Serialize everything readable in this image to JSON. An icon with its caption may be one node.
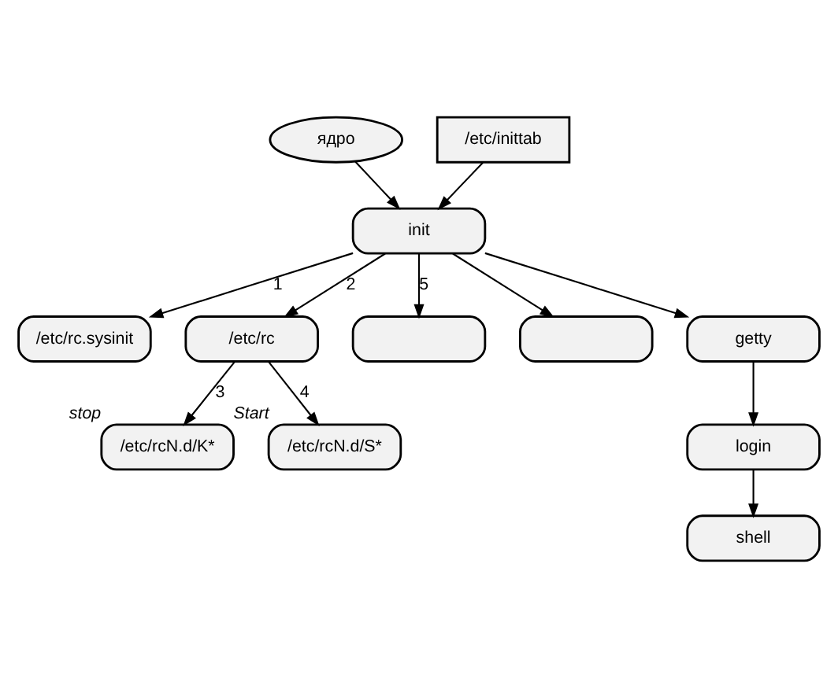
{
  "diagram": {
    "nodes": [
      {
        "text": [
          "ядро"
        ]
      },
      {
        "text": [
          "/etc/inittab"
        ]
      },
      {
        "text": [
          "init"
        ]
      },
      {
        "text": [
          "/etc/rc.sysinit"
        ]
      },
      {
        "text": [
          "/etc/rc"
        ]
      },
      {
        "text": [],
        "shape": "box"
      },
      {
        "text": [],
        "shape": "box"
      },
      {
        "text": [
          "getty"
        ]
      },
      {
        "text": [
          "/etc/rcN.d/K*"
        ],
        "beside": [
          "stop"
        ]
      },
      {
        "text": [
          "/etc/rcN.d/S*"
        ],
        "beside": [
          "Start"
        ]
      },
      {
        "text": [
          "login"
        ]
      },
      {
        "text": [
          "shell"
        ]
      }
    ],
    "edges": [
      {
        "from": 0,
        "to": 2,
        "arrow": "to"
      },
      {
        "from": 1,
        "to": 2,
        "arrow": "to"
      },
      {
        "from": 2,
        "to": 3,
        "arrow": "to",
        "label": "1"
      },
      {
        "from": 2,
        "to": 4,
        "arrow": "to",
        "label": "2"
      },
      {
        "from": 2,
        "to": 5,
        "arrow": "to",
        "label": "5"
      },
      {
        "from": 2,
        "to": 6,
        "arrow": "to"
      },
      {
        "from": 2,
        "to": 7,
        "arrow": "to"
      },
      {
        "from": 4,
        "to": 8,
        "arrow": "to",
        "label": "3"
      },
      {
        "from": 4,
        "to": 9,
        "arrow": "to",
        "label": "4"
      },
      {
        "from": 7,
        "to": 10,
        "arrow": "to"
      },
      {
        "from": 10,
        "to": 11,
        "arrow": "to"
      }
    ]
  }
}
